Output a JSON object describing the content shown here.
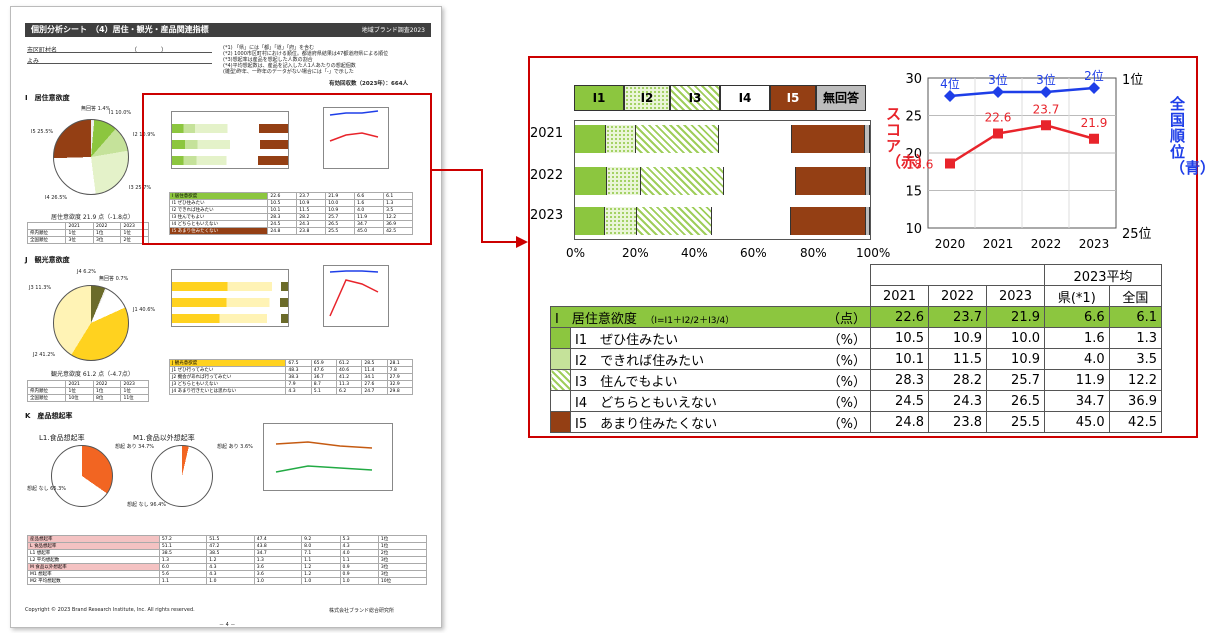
{
  "page": {
    "title": "個別分析シート　（4）居住・観光・産品関連指標",
    "title_right": "地域ブランド調査2023",
    "city_label": "市区町村名",
    "city_paren": "（　　　　）",
    "yomi": "よみ",
    "notes": [
      "(*1) 「県」には「都」「道」「府」を含む",
      "(*2) 1000市区町村における順位。都道府県結果は47都道府県による順位",
      "(*3)想起率は産品を想起した人数の割合",
      "(*4)平均想起数は、産品を記入した人1人あたりの想起個数",
      "(雛型)昨年、一昨年のデータがない場合には「-」で示した"
    ],
    "respondents": "有効回収数（2023年）：664人",
    "sec_i": "I　居住意欲度",
    "sec_j": "J　観光意欲度",
    "sec_k": "K　産品想起率",
    "pie_i_labels": [
      "無回答 1.4%",
      "I1 10.0%",
      "I2 10.9%",
      "I3 25.7%",
      "I4 26.5%",
      "I5 25.5%"
    ],
    "pie_j_labels": [
      "J4 6.2%",
      "無回答 0.7%",
      "J3 11.3%",
      "J1 40.6%",
      "J2 41.2%"
    ],
    "i_score_line": "居住意欲度 21.9 点（-1.8点）",
    "j_score_line": "観光意欲度 61.2 点（-4.7点）",
    "k1_title": "L1.食品想起率",
    "k2_title": "M1.食品以外想起率",
    "k1_labels": [
      "想起 あり 34.7%",
      "想起 なし 65.3%"
    ],
    "k2_labels": [
      "想起 あり 3.6%",
      "想起 なし 96.4%"
    ],
    "footer_left": "Copyright © 2023 Brand Research Institute, Inc. All rights reserved.",
    "footer_right": "株式会社ブランド総合研究所",
    "page_num": "－ 4 －"
  },
  "zoom": {
    "legend": [
      "I1",
      "I2",
      "I3",
      "I4",
      "I5",
      "無回答"
    ],
    "years": [
      "2021",
      "2022",
      "2023"
    ],
    "x_ticks": [
      "0%",
      "20%",
      "40%",
      "60%",
      "80%",
      "100%"
    ],
    "line_chart": {
      "left_axis_title": "スコア（赤）",
      "right_axis_title": "全国順位（青）",
      "left_ticks": [
        "30",
        "25",
        "20",
        "15",
        "10"
      ],
      "right_ticks": [
        "1位",
        "25位"
      ],
      "x": [
        "2020",
        "2021",
        "2022",
        "2023"
      ],
      "rank_labels": [
        "4位",
        "3位",
        "3位",
        "2位"
      ],
      "score_labels": [
        "18.6",
        "22.6",
        "23.7",
        "21.9"
      ]
    },
    "table": {
      "header_group": "2023平均",
      "header": [
        "2021",
        "2022",
        "2023",
        "県(*1)",
        "全国"
      ],
      "rows": [
        {
          "label": "I　居住意欲度",
          "formula": "（I=I1＋I2/2＋I3/4）",
          "unit": "（点）",
          "values": [
            "22.6",
            "23.7",
            "21.9",
            "6.6",
            "6.1"
          ]
        },
        {
          "label": "I1　ぜひ住みたい",
          "formula": "",
          "unit": "（%）",
          "values": [
            "10.5",
            "10.9",
            "10.0",
            "1.6",
            "1.3"
          ]
        },
        {
          "label": "I2　できれば住みたい",
          "formula": "",
          "unit": "（%）",
          "values": [
            "10.1",
            "11.5",
            "10.9",
            "4.0",
            "3.5"
          ]
        },
        {
          "label": "I3　住んでもよい",
          "formula": "",
          "unit": "（%）",
          "values": [
            "28.3",
            "28.2",
            "25.7",
            "11.9",
            "12.2"
          ]
        },
        {
          "label": "I4　どちらともいえない",
          "formula": "",
          "unit": "（%）",
          "values": [
            "24.5",
            "24.3",
            "26.5",
            "34.7",
            "36.9"
          ]
        },
        {
          "label": "I5　あまり住みたくない",
          "formula": "",
          "unit": "（%）",
          "values": [
            "24.8",
            "23.8",
            "25.5",
            "45.0",
            "42.5"
          ]
        }
      ]
    }
  },
  "chart_data": {
    "type": "line",
    "x": [
      "2020",
      "2021",
      "2022",
      "2023"
    ],
    "series": [
      {
        "name": "スコア（赤）",
        "values": [
          18.6,
          22.6,
          23.7,
          21.9
        ]
      },
      {
        "name": "全国順位（青）",
        "values": [
          4,
          3,
          3,
          2
        ]
      }
    ],
    "ylim": [
      10,
      30
    ],
    "colors": [
      "#e8242b",
      "#1e3ee8"
    ]
  }
}
